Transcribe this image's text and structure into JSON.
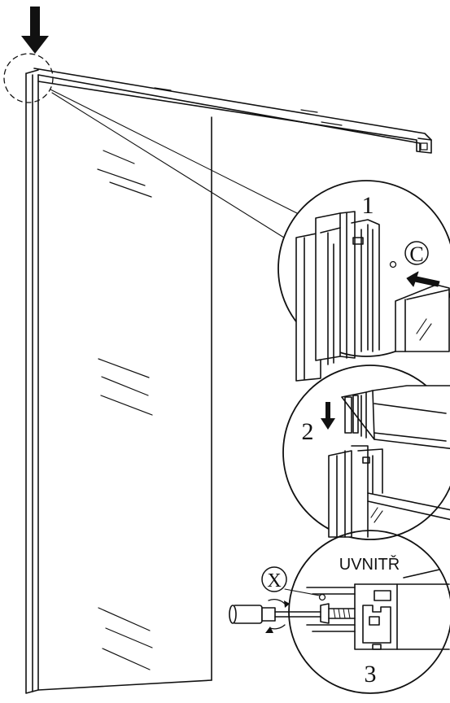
{
  "steps": {
    "step1_number": "1",
    "step2_number": "2",
    "step3_number": "3"
  },
  "callouts": {
    "part_c_label": "C",
    "part_x_label": "X",
    "inside_label": "UVNITŘ"
  },
  "icons": {
    "top_arrow": "down-arrow-icon",
    "slide_arrow": "left-arrow-icon",
    "step2_arrow": "down-arrow-icon",
    "tool": "screwdriver-icon",
    "rotation": "rotate-icon"
  },
  "colors": {
    "line": "#111111",
    "background": "#ffffff"
  }
}
